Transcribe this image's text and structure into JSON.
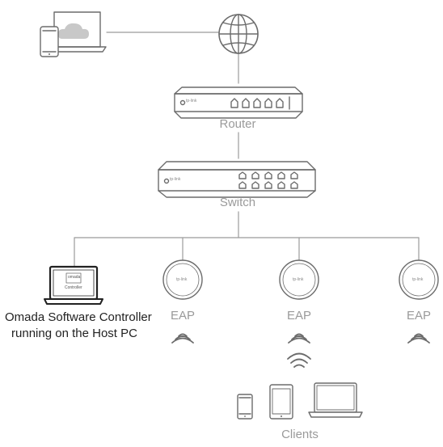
{
  "labels": {
    "router": "Router",
    "switch": "Switch",
    "controller_line1": "Omada Software Controller",
    "controller_line2": "running on the Host PC",
    "eap1": "EAP",
    "eap2": "EAP",
    "eap3": "EAP",
    "clients": "Clients"
  },
  "device_text": {
    "router_brand": "tp-link",
    "switch_brand": "tp-link",
    "eap_brand": "tp-link",
    "controller_screen_logo": "omada",
    "controller_screen_label": "Controller"
  },
  "colors": {
    "stroke": "#6b6b6b",
    "line": "#9b9b9b",
    "cloud": "#c8c8c8",
    "label": "#9a9a9a",
    "text_dark": "#222222"
  }
}
